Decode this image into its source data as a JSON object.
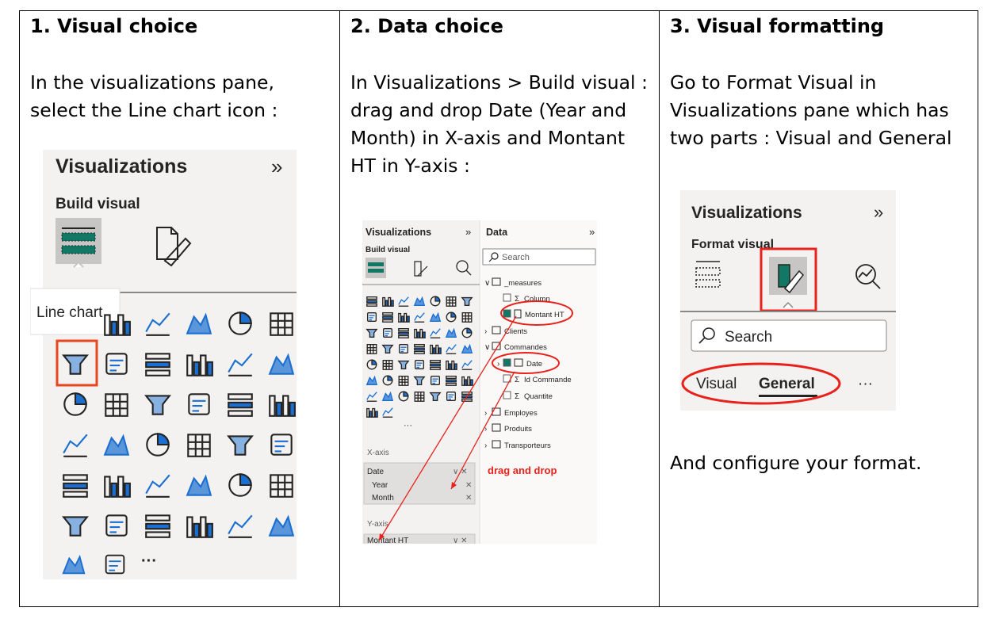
{
  "columns": [
    {
      "heading": "1. Visual choice",
      "lines": [
        "In the visualizations pane,",
        "select the Line chart icon :"
      ],
      "screenshot": {
        "pane_title": "Visualizations",
        "section": "Build visual",
        "tooltip": "Line chart",
        "collapse_glyph": "»",
        "more_glyph": "···",
        "icons": [
          "table-icon",
          "stacked-bar-icon",
          "stacked-column-icon",
          "clustered-bar-icon",
          "clustered-column-icon",
          "100-bar-icon",
          "100-column-icon",
          "line-chart-icon",
          "area-chart-icon",
          "stacked-area-icon",
          "line-column-icon",
          "line-clustered-icon",
          "ribbon-icon",
          "waterfall-icon",
          "funnel-icon",
          "scatter-icon",
          "pie-icon",
          "donut-icon",
          "treemap-icon",
          "map-icon",
          "filled-map-icon",
          "gauge-icon",
          "card-icon",
          "multirow-card-icon",
          "kpi-icon",
          "slicer-icon",
          "table-visual-icon",
          "matrix-icon",
          "r-visual-icon",
          "python-visual-icon",
          "key-influencers-icon",
          "decomposition-tree-icon",
          "qa-icon",
          "smart-narrative-icon",
          "goals-icon",
          "paginated-report-icon",
          "azure-map-icon",
          "power-apps-icon",
          "power-automate-icon"
        ]
      }
    },
    {
      "heading": "2. Data choice",
      "lines": [
        "In  Visualizations > Build visual :",
        "drag and drop Date (Year and",
        "Month) in X-axis and Montant",
        "HT in Y-axis :"
      ],
      "screenshot": {
        "viz_title": "Visualizations",
        "build_label": "Build visual",
        "data_title": "Data",
        "search_placeholder": "Search",
        "tree": [
          "_measures",
          "Column",
          "Montant HT",
          "Clients",
          "Commandes",
          "Date",
          "Id Commande",
          "Quantite",
          "Employes",
          "Produits",
          "Transporteurs"
        ],
        "xaxis_label": "X-axis",
        "xaxis_field": "Date",
        "xaxis_sub": [
          "Year",
          "Month"
        ],
        "yaxis_label": "Y-axis",
        "yaxis_field": "Montant HT",
        "annotation": "drag and drop",
        "annotation_color": "#e8211b"
      }
    },
    {
      "heading": "3. Visual formatting",
      "lines": [
        "Go to Format Visual in",
        "Visualizations pane which has",
        "two parts : Visual and General"
      ],
      "footer": "And configure your format.",
      "screenshot": {
        "pane_title": "Visualizations",
        "section": "Format visual",
        "search_placeholder": "Search",
        "tab_visual": "Visual",
        "tab_general": "General",
        "more_glyph": "···"
      }
    }
  ]
}
